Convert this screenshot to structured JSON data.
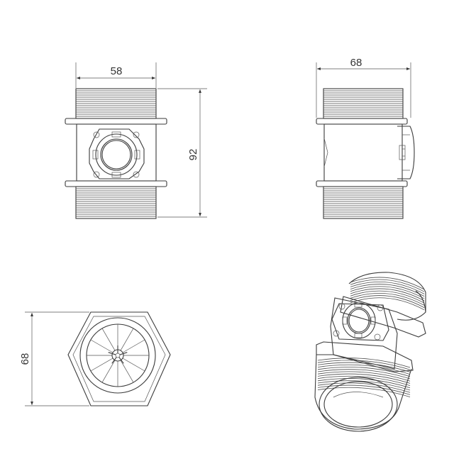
{
  "drawing": {
    "views": {
      "front": {
        "width_label": "58",
        "height_label": "92"
      },
      "side": {
        "width_label": "68"
      },
      "end": {
        "height_label": "68"
      },
      "isometric": {}
    },
    "line_color": "#3a3a3a",
    "background": "#ffffff"
  }
}
